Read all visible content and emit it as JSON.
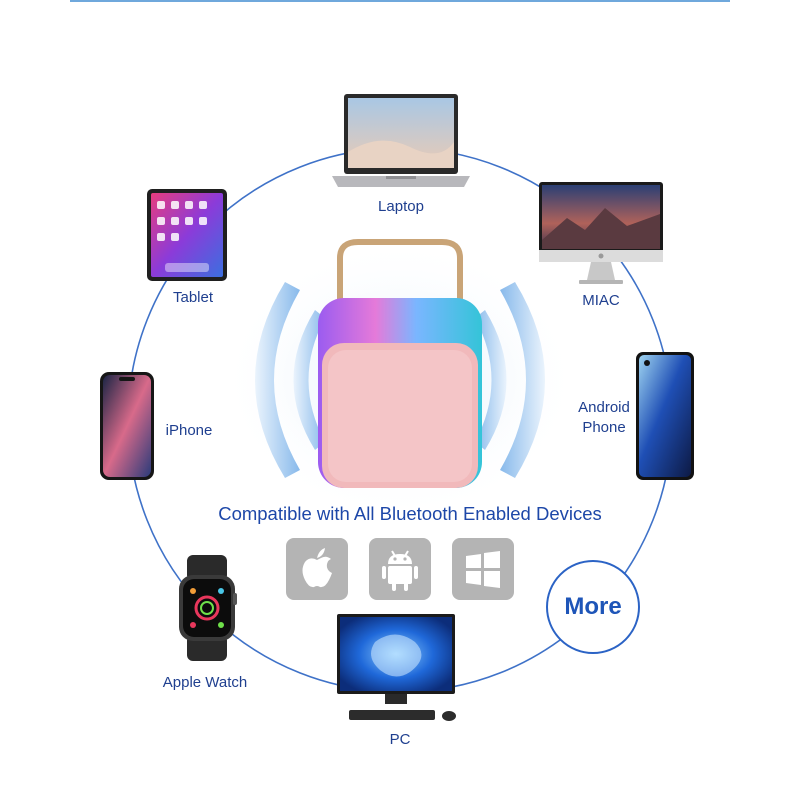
{
  "headline": "Compatible with All Bluetooth Enabled Devices",
  "devices": {
    "laptop": "Laptop",
    "tablet": "Tablet",
    "miac": "MIAC",
    "iphone": "iPhone",
    "android_line1": "Android",
    "android_line2": "Phone",
    "apple_watch": "Apple Watch",
    "pc": "PC"
  },
  "more_label": "More",
  "icons": [
    "apple-logo-icon",
    "android-logo-icon",
    "windows-logo-icon"
  ],
  "colors": {
    "accent_blue": "#1d47a8",
    "circle_line": "#3f72c8",
    "speaker_pink": "#f1b9bb",
    "os_tile_gray": "#b4b4b4"
  }
}
